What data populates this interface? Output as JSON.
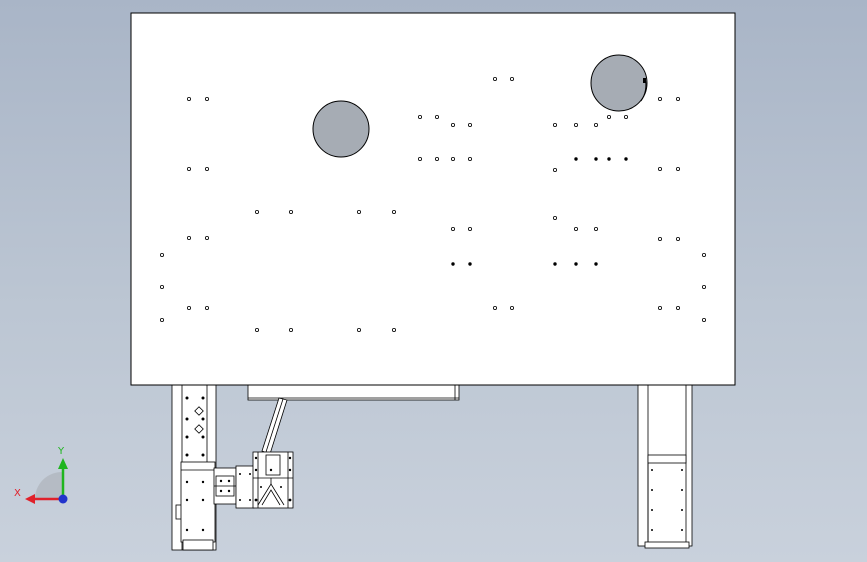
{
  "view": {
    "name": "cad-drawing-viewport",
    "colors": {
      "background_top": "#a9b5c7",
      "background_bottom": "#c9d1dc",
      "part_fill": "#ffffff",
      "line": "#000000"
    }
  },
  "triad": {
    "x_label": "X",
    "y_label": "Y",
    "x_color": "#e0202a",
    "y_color": "#1fb51f",
    "z_color": "#2233cc"
  }
}
